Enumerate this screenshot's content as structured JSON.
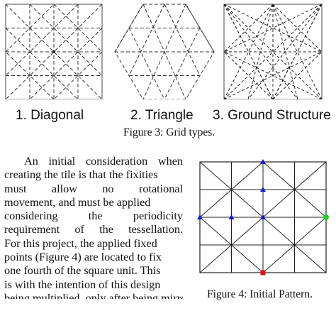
{
  "figure3": {
    "panels": [
      {
        "label": "1. Diagonal"
      },
      {
        "label": "2. Triangle"
      },
      {
        "label": "3. Ground Structure"
      }
    ],
    "caption": "Figure 3: Grid types."
  },
  "body_text": {
    "lines": [
      "An initial consideration when",
      "creating the tile is that the fixities",
      "must allow no rotational",
      "movement, and must be applied",
      "considering the periodicity",
      "requirement of the tessellation.",
      "For this project, the applied fixed",
      "points (Figure 4) are located to fix",
      "one fourth of the square unit. This",
      "is with the intention of this design",
      "being multiplied, only after being mirrored along both x and y"
    ]
  },
  "figure4": {
    "caption": "Figure 4: Initial Pattern.",
    "fixity_colors": {
      "triangle_markers": "#1a1acc",
      "right_marker": "#22cc22",
      "bottom_marker": "#dd1111"
    }
  }
}
